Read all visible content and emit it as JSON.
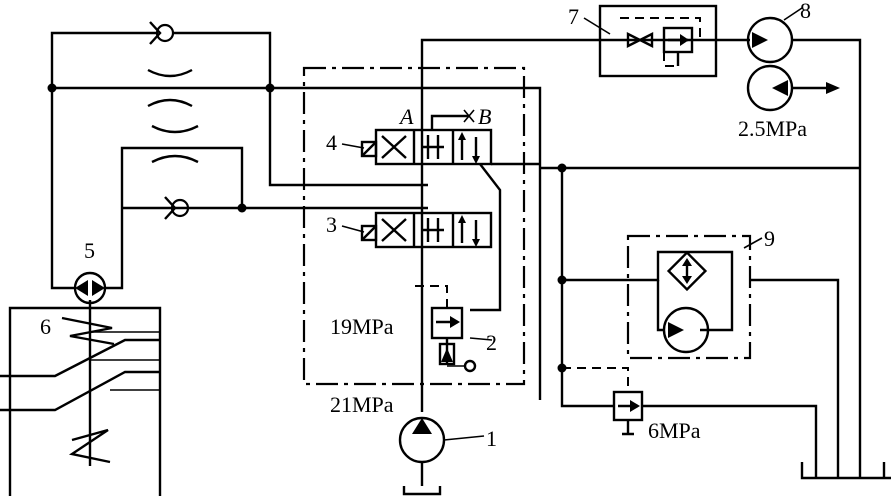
{
  "labels": {
    "pump_main": "1",
    "relief_2": "2",
    "valve_3": "3",
    "valve_4": "4",
    "motor_5": "5",
    "part_6": "6",
    "valve_7": "7",
    "pump_8": "8",
    "cooler_9": "9",
    "port_a": "A",
    "port_b": "B",
    "p_19": "19MPa",
    "p_21": "21MPa",
    "p_6": "6MPa",
    "p_2_5": "2.5MPa"
  }
}
